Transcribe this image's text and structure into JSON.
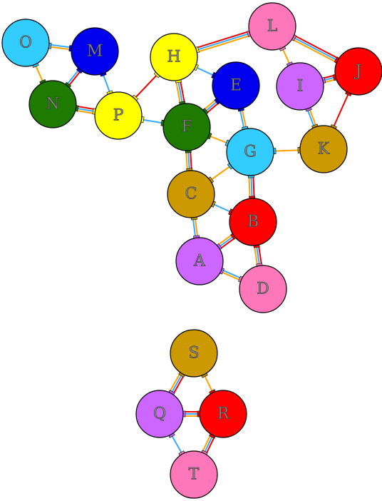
{
  "colors": {
    "sky": "#33ccff",
    "blue": "#0000ee",
    "green": "#1f7a00",
    "yellow": "#ffff00",
    "pink": "#ff77bb",
    "violet": "#cc66ff",
    "red": "#ff0000",
    "gold": "#cc9900",
    "edge_orange": "#ffa000",
    "edge_blue": "#33aaff",
    "edge_red": "#ee0000"
  },
  "nodes": [
    {
      "id": "O",
      "label": "O",
      "color": "sky"
    },
    {
      "id": "M",
      "label": "M",
      "color": "blue"
    },
    {
      "id": "N",
      "label": "N",
      "color": "green"
    },
    {
      "id": "P",
      "label": "P",
      "color": "yellow"
    },
    {
      "id": "H",
      "label": "H",
      "color": "yellow"
    },
    {
      "id": "L",
      "label": "L",
      "color": "pink"
    },
    {
      "id": "E",
      "label": "E",
      "color": "blue"
    },
    {
      "id": "F",
      "label": "F",
      "color": "green"
    },
    {
      "id": "I",
      "label": "I",
      "color": "violet"
    },
    {
      "id": "J",
      "label": "J",
      "color": "red"
    },
    {
      "id": "G",
      "label": "G",
      "color": "sky"
    },
    {
      "id": "K",
      "label": "K",
      "color": "gold"
    },
    {
      "id": "C",
      "label": "C",
      "color": "gold"
    },
    {
      "id": "B",
      "label": "B",
      "color": "red"
    },
    {
      "id": "A",
      "label": "A",
      "color": "violet"
    },
    {
      "id": "D",
      "label": "D",
      "color": "pink"
    },
    {
      "id": "S",
      "label": "S",
      "color": "gold"
    },
    {
      "id": "Q",
      "label": "Q",
      "color": "violet"
    },
    {
      "id": "R",
      "label": "R",
      "color": "red"
    },
    {
      "id": "T",
      "label": "T",
      "color": "pink"
    }
  ],
  "edges": [
    {
      "from": "O",
      "to": "M",
      "strands": [
        "edge_blue",
        "edge_orange"
      ]
    },
    {
      "from": "O",
      "to": "N",
      "strands": [
        "edge_orange"
      ]
    },
    {
      "from": "M",
      "to": "N",
      "strands": [
        "edge_red",
        "edge_blue"
      ]
    },
    {
      "from": "M",
      "to": "P",
      "strands": [
        "edge_blue"
      ]
    },
    {
      "from": "N",
      "to": "P",
      "strands": [
        "edge_red",
        "edge_blue",
        "edge_orange"
      ]
    },
    {
      "from": "P",
      "to": "H",
      "strands": [
        "edge_red"
      ]
    },
    {
      "from": "P",
      "to": "F",
      "strands": [
        "edge_blue"
      ]
    },
    {
      "from": "H",
      "to": "L",
      "strands": [
        "edge_red",
        "edge_blue",
        "edge_orange"
      ]
    },
    {
      "from": "H",
      "to": "E",
      "strands": [
        "edge_blue"
      ]
    },
    {
      "from": "H",
      "to": "F",
      "strands": [
        "edge_red",
        "edge_blue",
        "edge_orange"
      ]
    },
    {
      "from": "E",
      "to": "F",
      "strands": [
        "edge_red",
        "edge_blue",
        "edge_orange"
      ]
    },
    {
      "from": "E",
      "to": "G",
      "strands": [
        "edge_orange",
        "edge_blue"
      ]
    },
    {
      "from": "F",
      "to": "G",
      "strands": [
        "edge_orange"
      ]
    },
    {
      "from": "F",
      "to": "C",
      "strands": [
        "edge_red",
        "edge_blue",
        "edge_orange"
      ]
    },
    {
      "from": "L",
      "to": "I",
      "strands": [
        "edge_orange"
      ]
    },
    {
      "from": "L",
      "to": "J",
      "strands": [
        "edge_red",
        "edge_blue",
        "edge_orange"
      ]
    },
    {
      "from": "I",
      "to": "J",
      "strands": [
        "edge_red",
        "edge_blue",
        "edge_orange"
      ]
    },
    {
      "from": "I",
      "to": "K",
      "strands": [
        "edge_orange",
        "edge_blue"
      ]
    },
    {
      "from": "J",
      "to": "K",
      "strands": [
        "edge_red"
      ]
    },
    {
      "from": "G",
      "to": "K",
      "strands": [
        "edge_orange"
      ]
    },
    {
      "from": "G",
      "to": "C",
      "strands": [
        "edge_orange"
      ]
    },
    {
      "from": "G",
      "to": "B",
      "strands": [
        "edge_red",
        "edge_blue",
        "edge_orange"
      ]
    },
    {
      "from": "C",
      "to": "B",
      "strands": [
        "edge_blue"
      ]
    },
    {
      "from": "C",
      "to": "A",
      "strands": [
        "edge_orange",
        "edge_blue"
      ]
    },
    {
      "from": "B",
      "to": "A",
      "strands": [
        "edge_red",
        "edge_blue",
        "edge_orange"
      ]
    },
    {
      "from": "B",
      "to": "D",
      "strands": [
        "edge_red",
        "edge_blue",
        "edge_orange"
      ]
    },
    {
      "from": "A",
      "to": "D",
      "strands": [
        "edge_blue",
        "edge_orange"
      ]
    },
    {
      "from": "S",
      "to": "Q",
      "strands": [
        "edge_red",
        "edge_blue",
        "edge_orange"
      ]
    },
    {
      "from": "S",
      "to": "R",
      "strands": [
        "edge_orange"
      ]
    },
    {
      "from": "Q",
      "to": "R",
      "strands": [
        "edge_red",
        "edge_blue",
        "edge_orange"
      ]
    },
    {
      "from": "Q",
      "to": "T",
      "strands": [
        "edge_blue"
      ]
    },
    {
      "from": "R",
      "to": "T",
      "strands": [
        "edge_red",
        "edge_blue",
        "edge_orange"
      ]
    }
  ]
}
